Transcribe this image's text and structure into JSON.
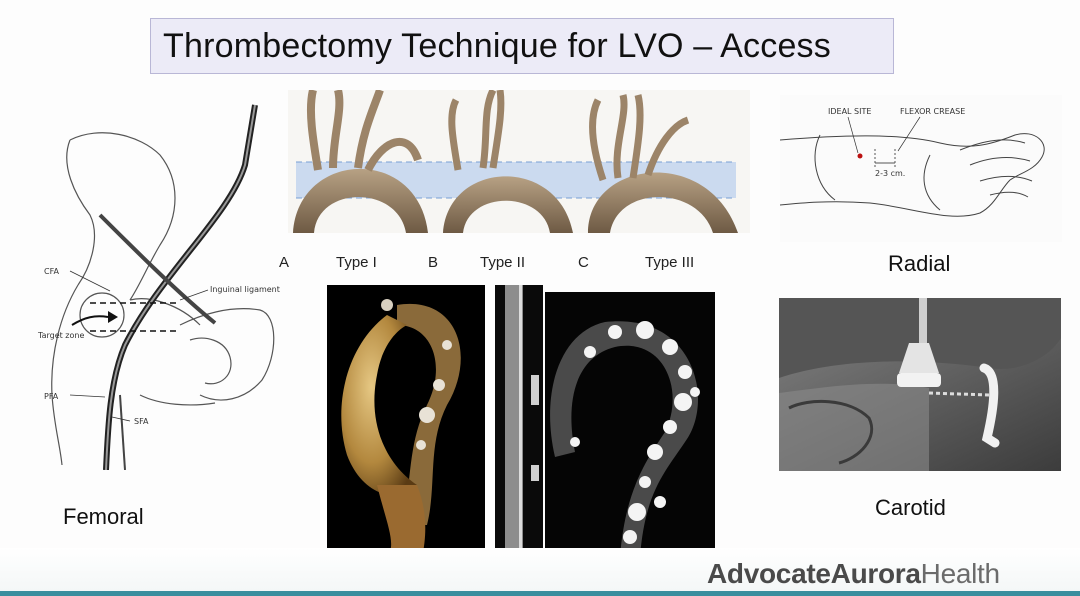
{
  "slide": {
    "title": "Thrombectomy Technique for LVO – Access"
  },
  "femoral": {
    "label": "Femoral",
    "annotations": {
      "cfa": "CFA",
      "inguinal": "Inguinal ligament",
      "target": "Target zone",
      "pfa": "PFA",
      "sfa": "SFA"
    }
  },
  "aortic_arch": {
    "types": [
      {
        "letter": "A",
        "label": "Type I"
      },
      {
        "letter": "B",
        "label": "Type II"
      },
      {
        "letter": "C",
        "label": "Type III"
      }
    ]
  },
  "radial": {
    "label": "Radial",
    "annotations": {
      "ideal_site": "IDEAL SITE",
      "flexor_crease": "FLEXOR CREASE",
      "distance": "2-3 cm."
    }
  },
  "carotid": {
    "label": "Carotid"
  },
  "footer": {
    "brand_part1": "Advocate",
    "brand_part2": "Aurora",
    "brand_part3": "Health",
    "accent_color": "#3a8e9e"
  }
}
